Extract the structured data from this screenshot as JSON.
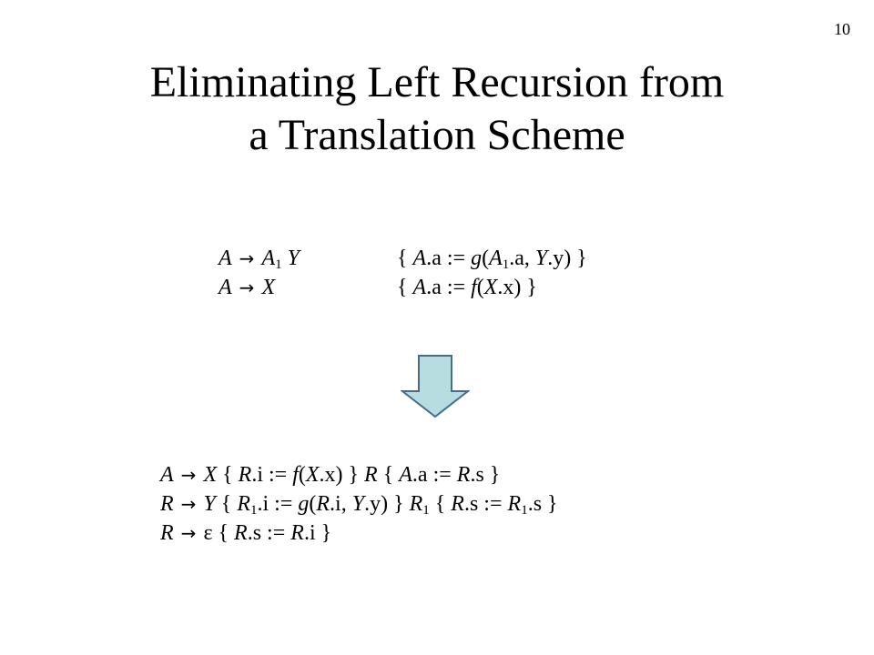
{
  "slide": {
    "number": "10",
    "title_line1": "Eliminating Left Recursion from",
    "title_line2": "a Translation Scheme"
  },
  "symbols": {
    "arrow": "→",
    "epsilon": "ε"
  },
  "colors": {
    "arrow_fill": "#b7dde0",
    "arrow_stroke": "#4a6a8a"
  },
  "icons": {
    "transform_arrow": "down-arrow-icon"
  }
}
